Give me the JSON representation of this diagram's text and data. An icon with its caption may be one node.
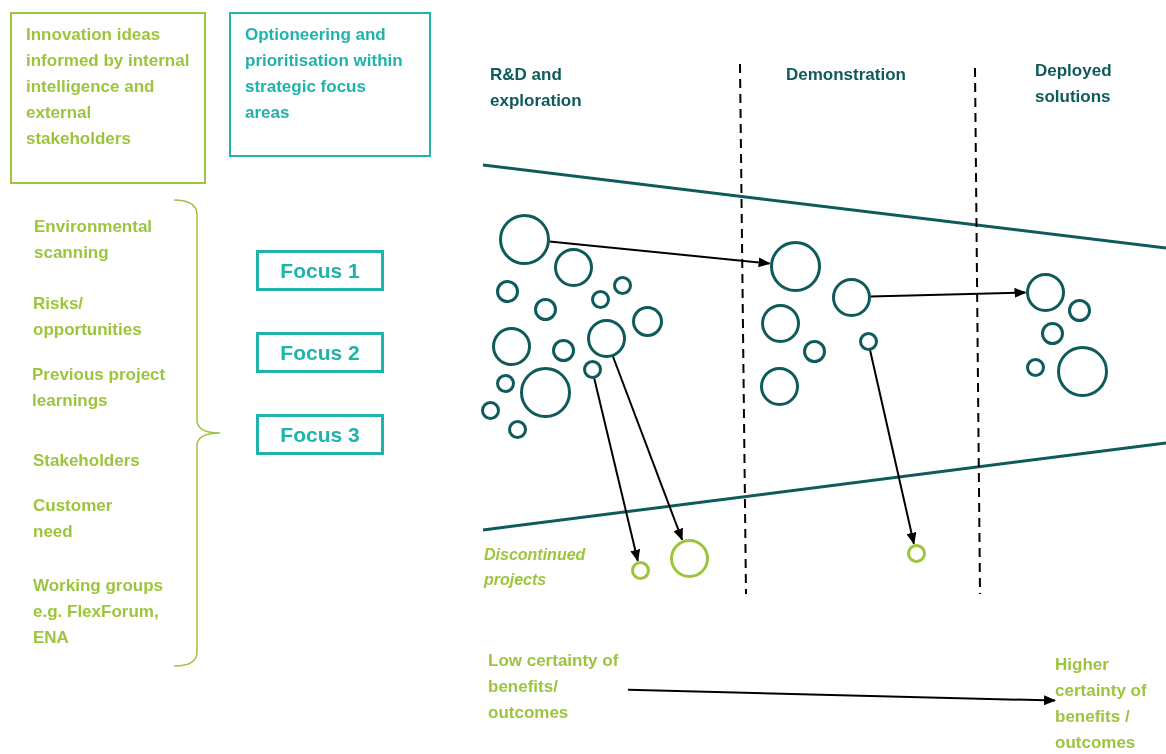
{
  "diagram": {
    "nodes": [
      {
        "text": [
          "Innovation ideas informed by internal intelligence and external stakeholders"
        ]
      },
      {
        "text": [
          "Optioneering and prioritisation within strategic focus areas"
        ]
      },
      {
        "text": [
          "Focus 1"
        ]
      },
      {
        "text": [
          "Focus 2"
        ]
      },
      {
        "text": [
          "Focus 3"
        ]
      },
      {
        "text": [],
        "shape": "circle"
      },
      {
        "text": [],
        "shape": "circle"
      },
      {
        "text": [],
        "shape": "circle"
      },
      {
        "text": [],
        "shape": "circle"
      },
      {
        "text": [],
        "shape": "circle"
      },
      {
        "text": [],
        "shape": "circle"
      },
      {
        "text": [],
        "shape": "circle"
      },
      {
        "text": [],
        "shape": "circle"
      },
      {
        "text": [],
        "shape": "circle"
      },
      {
        "text": [],
        "shape": "circle"
      },
      {
        "text": [],
        "shape": "circle"
      },
      {
        "text": [],
        "shape": "circle"
      },
      {
        "text": [],
        "shape": "circle"
      },
      {
        "text": [],
        "shape": "circle"
      },
      {
        "text": [],
        "shape": "circle"
      },
      {
        "text": [],
        "shape": "circle"
      },
      {
        "text": [],
        "shape": "circle"
      },
      {
        "text": [],
        "shape": "circle"
      },
      {
        "text": [],
        "shape": "circle"
      },
      {
        "text": [],
        "shape": "circle"
      },
      {
        "text": [],
        "shape": "circle"
      },
      {
        "text": [],
        "shape": "circle"
      },
      {
        "text": [],
        "shape": "circle"
      },
      {
        "text": [],
        "shape": "circle"
      },
      {
        "text": [],
        "shape": "circle"
      },
      {
        "text": [],
        "shape": "circle"
      },
      {
        "text": [],
        "shape": "circle"
      },
      {
        "text": [],
        "shape": "circle"
      },
      {
        "text": [],
        "shape": "circle"
      },
      {
        "text": [
          "Low certainty of benefits/ outcomes"
        ]
      },
      {
        "text": [
          "Higher certainty of benefits / outcomes"
        ]
      }
    ],
    "edges": [
      {
        "from": 5,
        "to": 20,
        "arrow": "to"
      },
      {
        "from": 24,
        "to": 26,
        "arrow": "to"
      },
      {
        "from": 17,
        "to": 31,
        "arrow": "to"
      },
      {
        "from": 13,
        "to": 32,
        "arrow": "to"
      },
      {
        "from": 25,
        "to": 33,
        "arrow": "to"
      },
      {
        "from": 34,
        "to": 35,
        "arrow": "to"
      }
    ],
    "labels": [
      "R&D and exploration",
      "Demonstration",
      "Deployed solutions",
      "Environmental scanning",
      "Risks/ opportunities",
      "Previous project learnings",
      "Stakeholders",
      "Customer need",
      "Working groups e.g. FlexForum, ENA",
      "Discontinued projects"
    ]
  }
}
